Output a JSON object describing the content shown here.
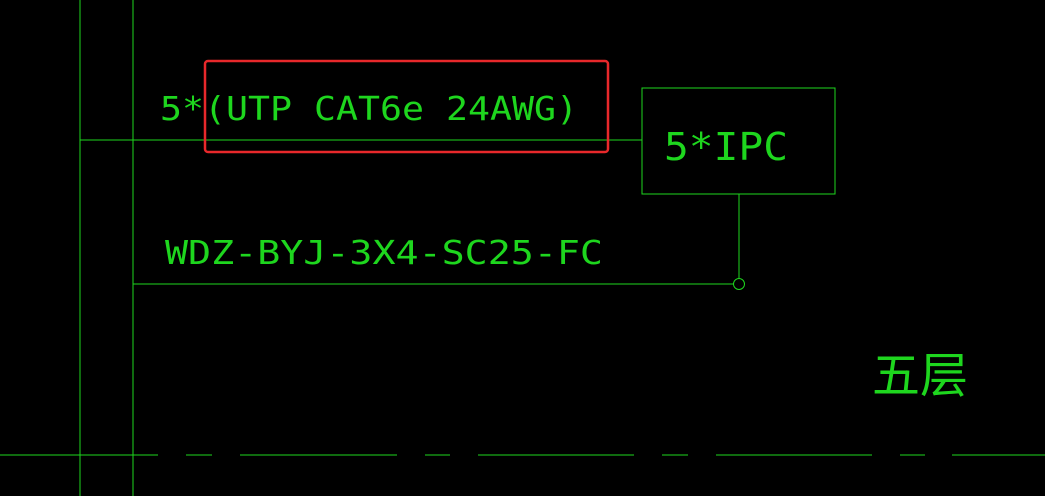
{
  "colors": {
    "background": "#000000",
    "line": "#1ed61e",
    "text": "#1ed61e",
    "highlight": "#e8282b"
  },
  "labels": {
    "data_cable": "5*(UTP  CAT6e 24AWG)",
    "ipc_box": "5*IPC",
    "power_cable": "WDZ-BYJ-3X4-SC25-FC",
    "floor": "五层"
  }
}
